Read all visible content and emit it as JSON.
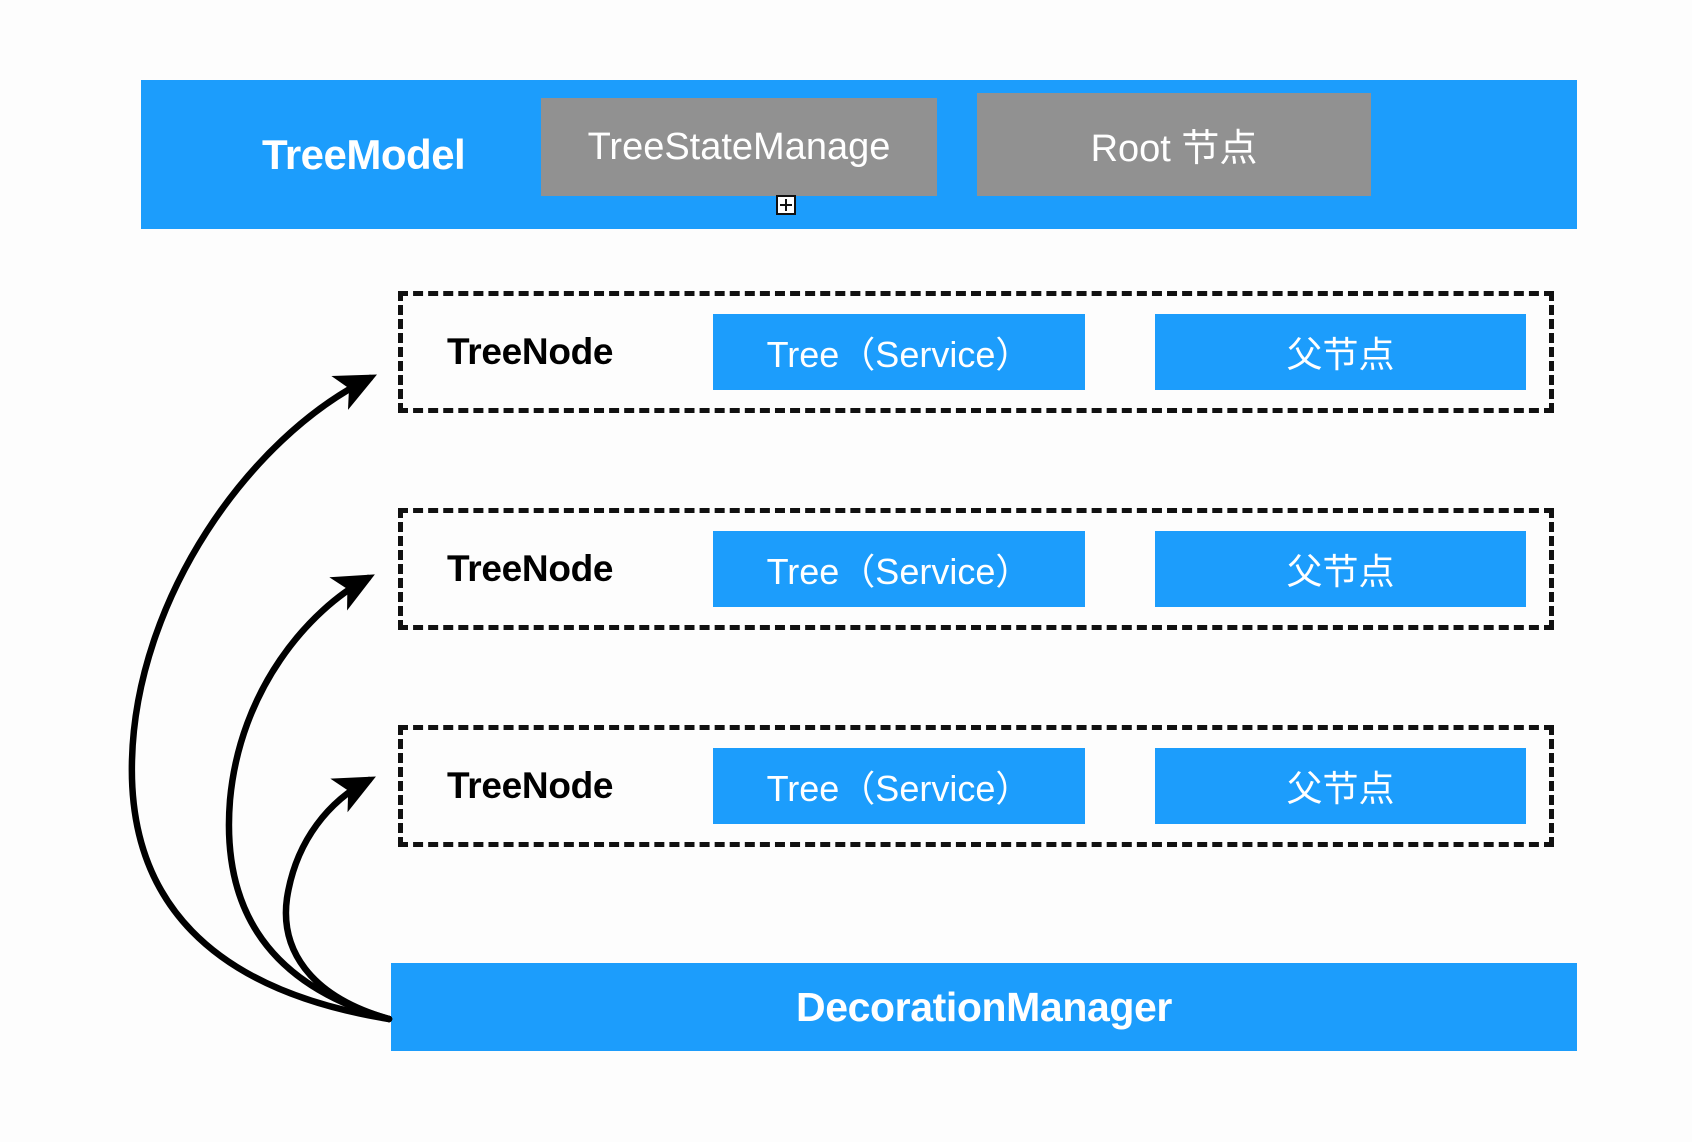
{
  "diagram": {
    "title_bar": {
      "label": "TreeModel",
      "chips": [
        {
          "name": "tree-state-manage",
          "label": "TreeStateManage",
          "color": "#919191"
        },
        {
          "name": "root-node",
          "label": "Root 节点",
          "color": "#919191"
        }
      ],
      "color": "#1c9dfc"
    },
    "nodes": [
      {
        "label": "TreeNode",
        "service_chip": "Tree（Service）",
        "parent_chip": "父节点"
      },
      {
        "label": "TreeNode",
        "service_chip": "Tree（Service）",
        "parent_chip": "父节点"
      },
      {
        "label": "TreeNode",
        "service_chip": "Tree（Service）",
        "parent_chip": "父节点"
      }
    ],
    "footer_bar": {
      "label": "DecorationManager",
      "color": "#1c9dfc"
    },
    "cursor": {
      "name": "plus-crosshair-cursor",
      "glyph": "+"
    },
    "connectors": {
      "name": "decoration-manager-to-treenode-arrows",
      "count": 3,
      "color": "#000000",
      "description": "Three curved arrows from DecorationManager to each TreeNode"
    },
    "palette": {
      "accent_blue": "#1c9dfc",
      "gray": "#919191",
      "stroke_black": "#111111",
      "background": "#fdfdfd"
    }
  }
}
